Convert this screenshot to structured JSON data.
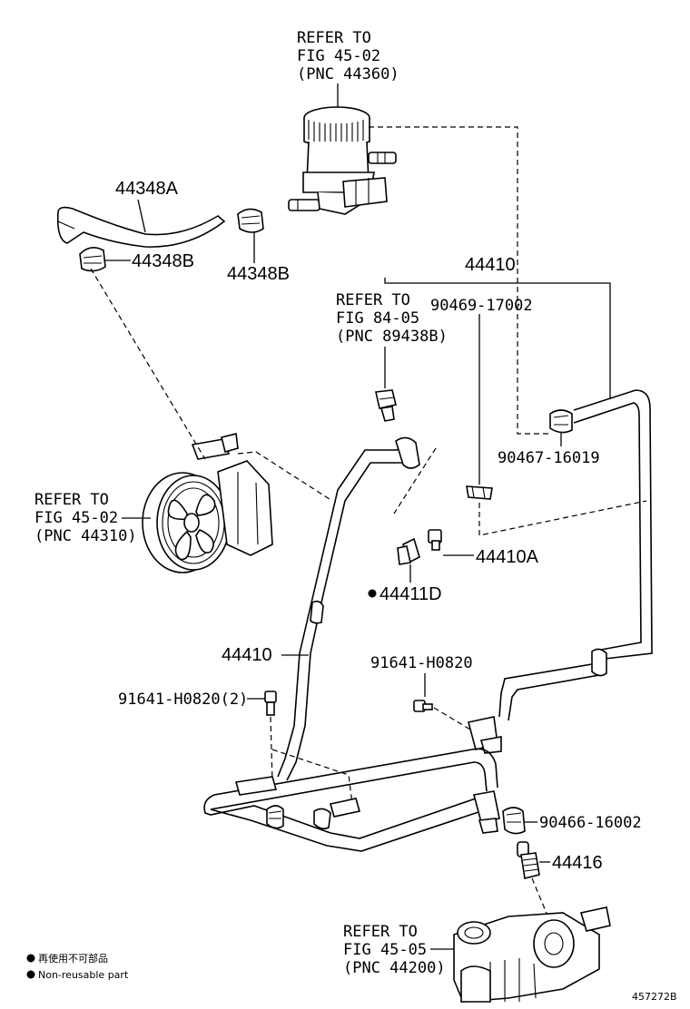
{
  "labels": {
    "reservoir_ref": [
      "REFER TO",
      "FIG 45-02",
      "(PNC 44360)"
    ],
    "hose_44348a": "44348A",
    "clamp_44348b_left": "44348B",
    "clamp_44348b_mid": "44348B",
    "assy_44410_top": "44410",
    "sensor_ref": [
      "REFER TO",
      "FIG 84-05",
      "(PNC 89438B)"
    ],
    "clip_90469": "90469-17002",
    "clamp_90467": "90467-16019",
    "pump_ref": [
      "REFER TO",
      "FIG 45-02",
      "(PNC 44310)"
    ],
    "bolt_44410a": "44410A",
    "bracket_44411d": "44411D",
    "pipe_44410": "44410",
    "bolt_91641_right": "91641-H0820",
    "bolt_91641_left": "91641-H0820(2)",
    "clamp_90466": "90466-16002",
    "fitting_44416": "44416",
    "gear_ref": [
      "REFER TO",
      "FIG 45-05",
      "(PNC 44200)"
    ]
  },
  "legend": {
    "line1": "再使用不可部品",
    "line2": "Non-reusable part"
  },
  "figure_id": "457272B"
}
